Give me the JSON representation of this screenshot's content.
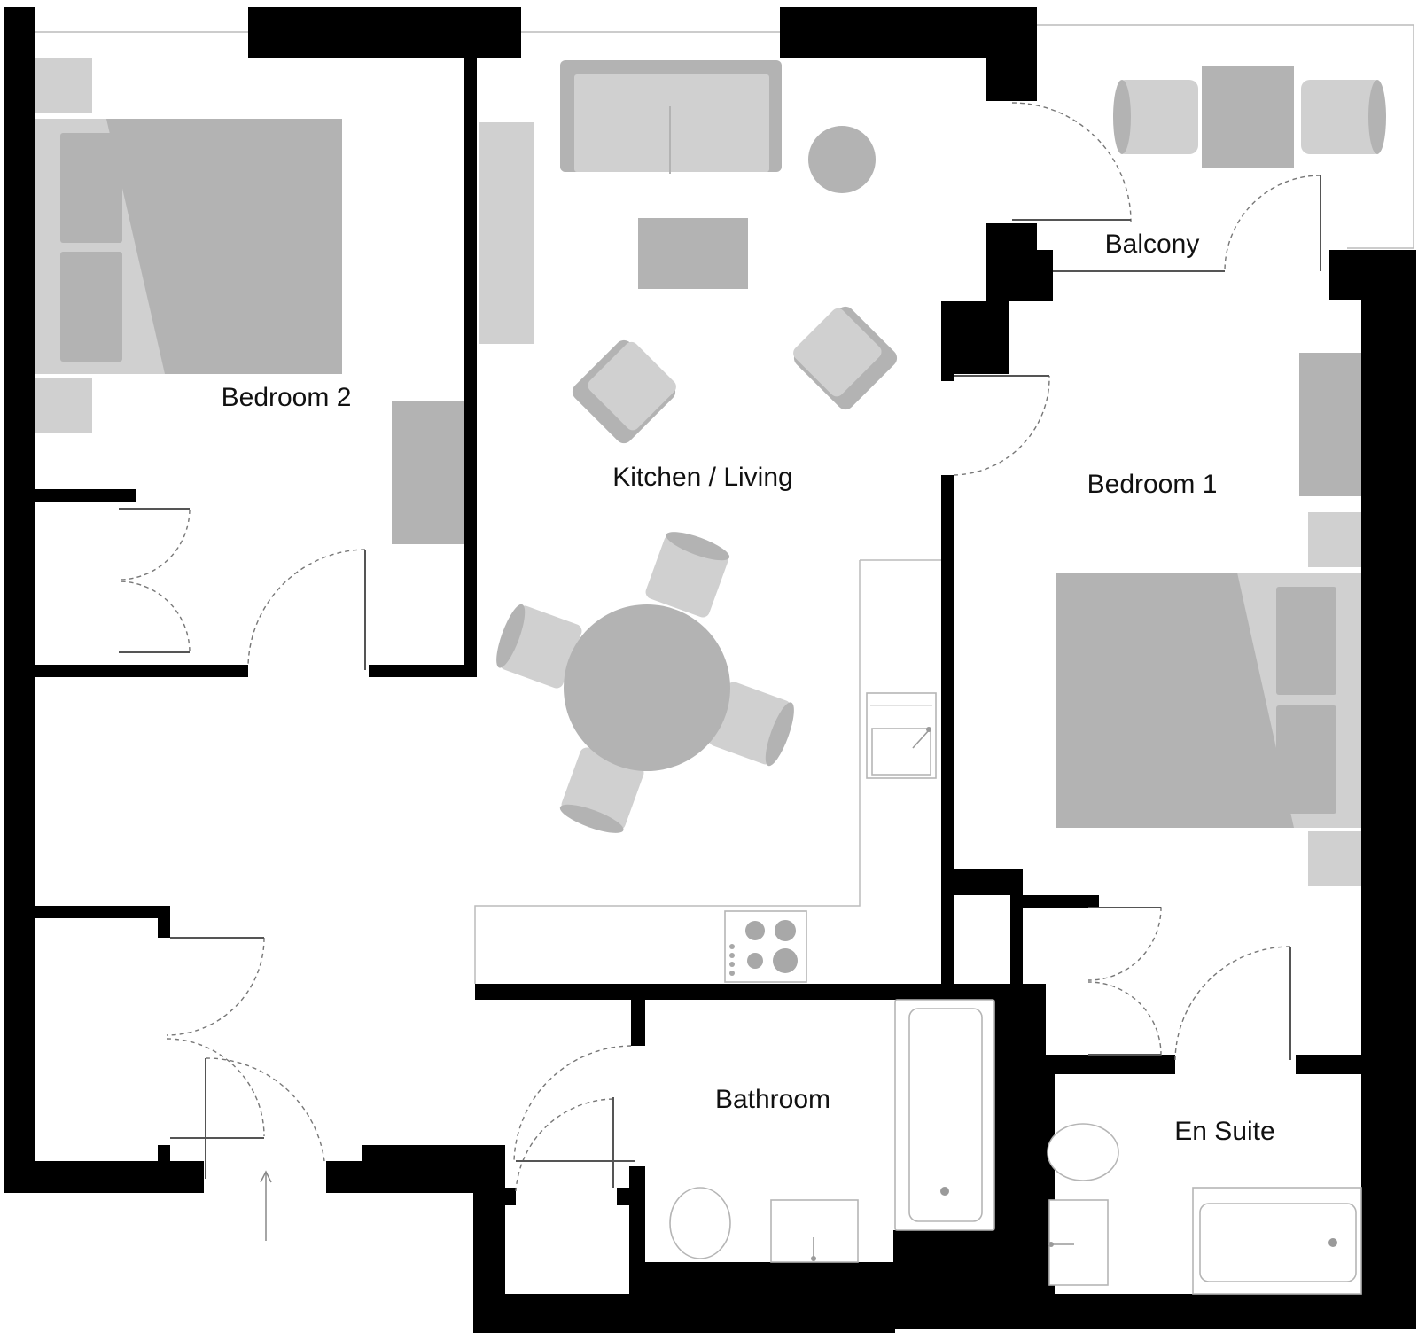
{
  "floorplan": {
    "rooms": {
      "bedroom_2": "Bedroom 2",
      "kitchen_living": "Kitchen / Living",
      "balcony": "Balcony",
      "bedroom_1": "Bedroom 1",
      "bathroom": "Bathroom",
      "en_suite": "En Suite"
    },
    "colors": {
      "wall": "#000000",
      "furniture_light": "#d0d0d0",
      "furniture_mid": "#b3b3b3",
      "door_swing": "#777777"
    }
  }
}
